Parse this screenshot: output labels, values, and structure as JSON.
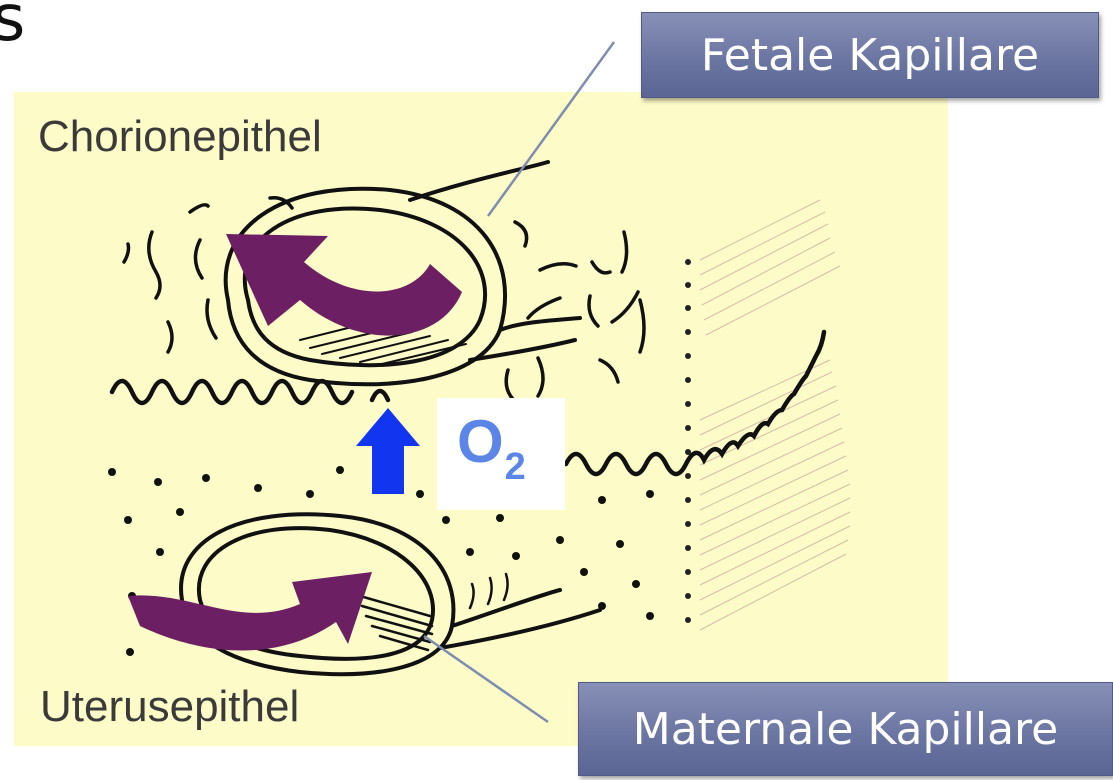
{
  "edge_letter": "s",
  "labels": {
    "chorion": "Chorionepithel",
    "uterus": "Uterusepithel",
    "fetal": "Fetale Kapillare",
    "maternal": "Maternale Kapillare"
  },
  "gas": {
    "symbol": "O",
    "subscript": "2"
  },
  "colors": {
    "panel": "#fdfbc8",
    "flow_arrow": "#6c1f62",
    "oxygen_arrow": "#1236f0",
    "oxygen_text": "#5b86e8",
    "label_box": "#6c76a2"
  }
}
